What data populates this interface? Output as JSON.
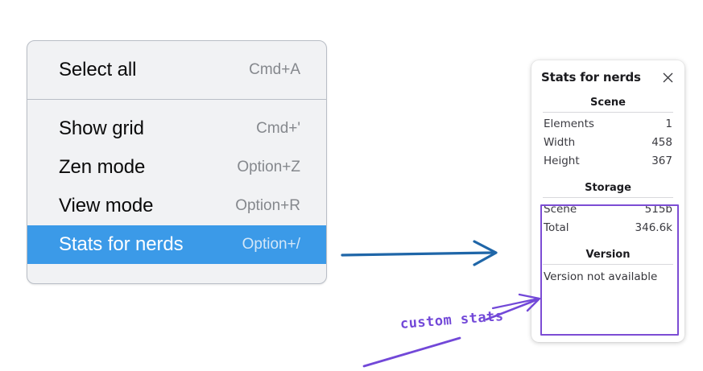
{
  "menu": {
    "groups": [
      {
        "items": [
          {
            "label": "Select all",
            "shortcut": "Cmd+A",
            "selected": false
          }
        ]
      },
      {
        "items": [
          {
            "label": "Show grid",
            "shortcut": "Cmd+'",
            "selected": false
          },
          {
            "label": "Zen mode",
            "shortcut": "Option+Z",
            "selected": false
          },
          {
            "label": "View mode",
            "shortcut": "Option+R",
            "selected": false
          },
          {
            "label": "Stats for nerds",
            "shortcut": "Option+/",
            "selected": true
          }
        ]
      }
    ],
    "selected_bg": "#3b9ae8"
  },
  "stats_panel": {
    "title": "Stats for nerds",
    "close_icon": "close-icon",
    "sections": [
      {
        "title": "Scene",
        "rows": [
          {
            "key": "Elements",
            "value": "1"
          },
          {
            "key": "Width",
            "value": "458"
          },
          {
            "key": "Height",
            "value": "367"
          }
        ]
      },
      {
        "title": "Storage",
        "rows": [
          {
            "key": "Scene",
            "value": "515b"
          },
          {
            "key": "Total",
            "value": "346.6k"
          }
        ]
      },
      {
        "title": "Version",
        "plain": "Version not available"
      }
    ]
  },
  "annotations": {
    "handwritten_note": "custom stats",
    "note_color": "#7248d8",
    "flow_arrow_color": "#1f66a8",
    "highlight_color": "#7c4dd4"
  }
}
